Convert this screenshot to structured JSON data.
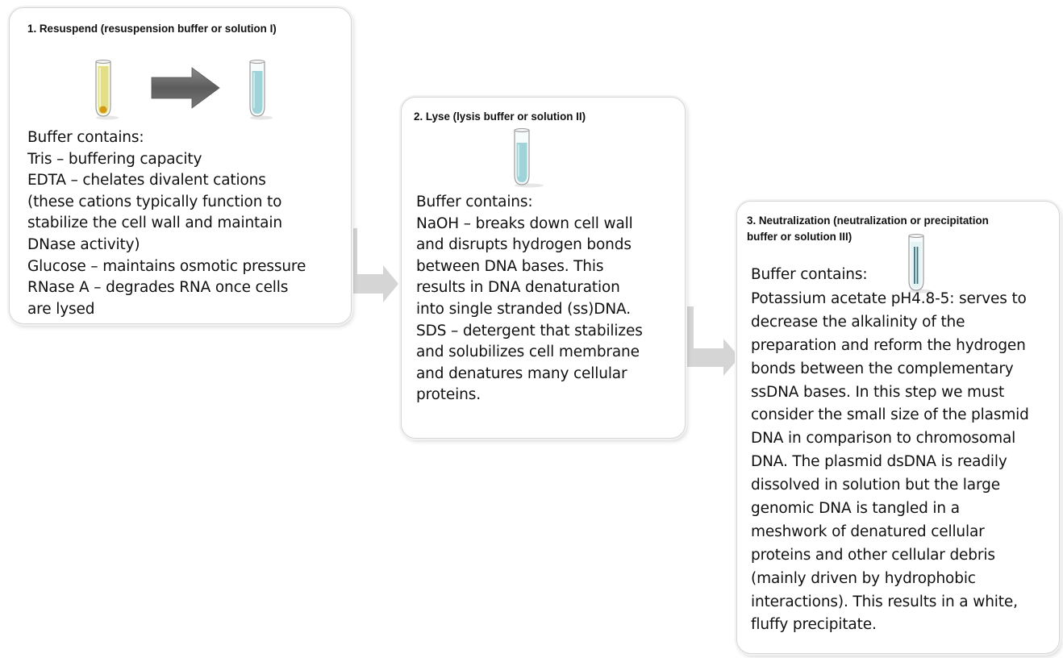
{
  "steps": [
    {
      "title": "1. Resuspend (resuspension buffer or solution I)",
      "lines": [
        "Buffer contains:",
        "Tris – buffering capacity",
        "EDTA – chelates divalent cations",
        "(these cations typically function to",
        "stabilize the cell wall and maintain",
        "DNase activity)",
        "Glucose – maintains osmotic pressure",
        "RNase A –  degrades RNA once cells",
        "are lysed"
      ]
    },
    {
      "title": "2. Lyse (lysis buffer or solution II)",
      "lines": [
        "Buffer contains:",
        "NaOH – breaks down cell wall",
        "and disrupts hydrogen bonds",
        "between DNA bases. This",
        "results in DNA denaturation",
        "into single stranded (ss)DNA.",
        "SDS – detergent that stabilizes",
        "and solubilizes cell membrane",
        "and denatures many cellular",
        "proteins."
      ]
    },
    {
      "title_line1": "3. Neutralization (neutralization or precipitation",
      "title_line2": "buffer or solution III)",
      "head": "Buffer contains:",
      "lines": [
        "Potassium acetate pH4.8-5: serves to",
        "decrease the alkalinity of  the",
        "preparation and reform the hydrogen",
        "bonds between the complementary",
        "ssDNA bases. In this step we must",
        "consider the small size of the plasmid",
        "DNA in comparison to chromosomal",
        "DNA. The plasmid dsDNA is readily",
        "dissolved in solution but the large",
        "genomic DNA is tangled in a",
        "meshwork of denatured cellular",
        "proteins and other cellular debris",
        "(mainly driven by hydrophobic",
        "interactions). This results in a white,",
        "fluffy precipitate."
      ]
    }
  ],
  "colors": {
    "tube_yellow": "#e3df86",
    "pellet": "#d49a16",
    "tube_blue": "#9fd3d8",
    "arrow_gray": "#d4d4d4",
    "block_arrow_dark": "#6b6b6b"
  }
}
